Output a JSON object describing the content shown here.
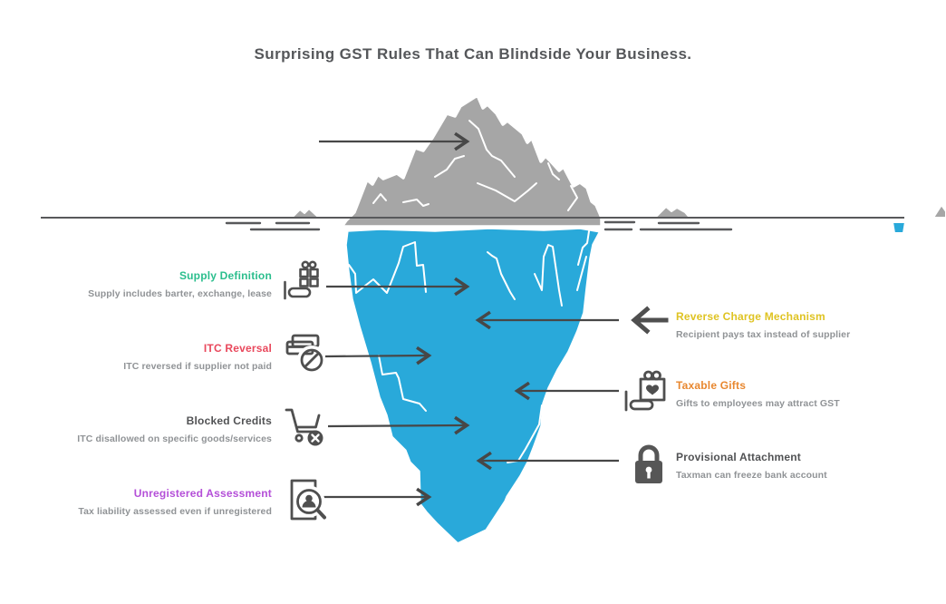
{
  "title": "Surprising GST Rules That Can Blindside Your Business.",
  "colors": {
    "iceberg_above": "#a6a6a6",
    "iceberg_below": "#29a9da",
    "waterline": "#58595b",
    "arrow": "#474747",
    "icon": "#4f4f4f",
    "title_text": "#55575a",
    "subtitle_text": "#909396"
  },
  "items": {
    "left": [
      {
        "label": "Supply Definition",
        "description": "Supply includes barter, exchange, lease",
        "color": "#2bbe8d",
        "icon": "gift-in-hand-icon"
      },
      {
        "label": "ITC Reversal",
        "description": "ITC reversed if supplier not paid",
        "color": "#e9485c",
        "icon": "cards-blocked-icon"
      },
      {
        "label": "Blocked Credits",
        "description": "ITC disallowed on specific goods/services",
        "color": "#515254",
        "icon": "cart-blocked-icon"
      },
      {
        "label": "Unregistered Assessment",
        "description": "Tax liability assessed even if unregistered",
        "color": "#b44fd8",
        "icon": "document-search-icon"
      }
    ],
    "right": [
      {
        "label": "Reverse Charge Mechanism",
        "description": "Recipient pays tax instead of supplier",
        "color": "#dfc322",
        "icon": "bold-left-arrow-icon"
      },
      {
        "label": "Taxable Gifts",
        "description": "Gifts to employees may attract GST",
        "color": "#e8872f",
        "icon": "gift-heart-in-hand-icon"
      },
      {
        "label": "Provisional Attachment",
        "description": "Taxman can freeze bank account",
        "color": "#515254",
        "icon": "padlock-icon"
      }
    ]
  }
}
